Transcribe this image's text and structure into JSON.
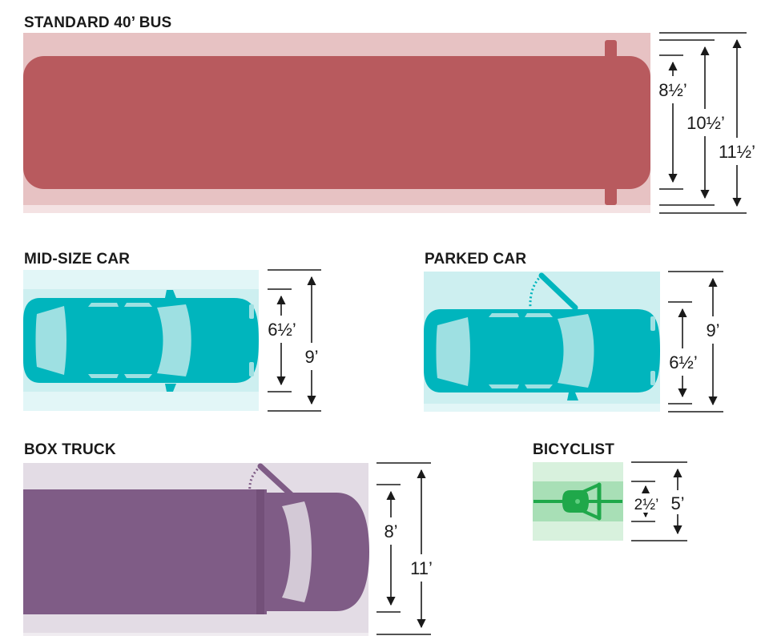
{
  "colors": {
    "bus_body": "#b85a5e",
    "bus_band": "#e7c2c3",
    "car_body": "#00b5bd",
    "car_band": "#cdeff0",
    "car_window": "#9ee0e2",
    "truck_body": "#7f5c86",
    "truck_band": "#e3dce5",
    "truck_window": "#d3c9d6",
    "bike_body": "#1fa84a",
    "bike_band": "#a8dfb6",
    "bike_band_light": "#d8f1dd",
    "dimension_ink": "#1a1a1a"
  },
  "bus": {
    "title": "STANDARD 40’ BUS",
    "dim_vehicle": "8½’",
    "dim_mirrors": "10½’",
    "dim_lane": "11½’"
  },
  "midsize_car": {
    "title": "MID-SIZE CAR",
    "dim_vehicle": "6½’",
    "dim_lane": "9’"
  },
  "parked_car": {
    "title": "PARKED CAR",
    "dim_vehicle": "6½’",
    "dim_lane": "9’"
  },
  "box_truck": {
    "title": "BOX TRUCK",
    "dim_vehicle": "8’",
    "dim_lane": "11’"
  },
  "bicyclist": {
    "title": "BICYCLIST",
    "dim_rider": "2½’",
    "dim_lane": "5’"
  }
}
